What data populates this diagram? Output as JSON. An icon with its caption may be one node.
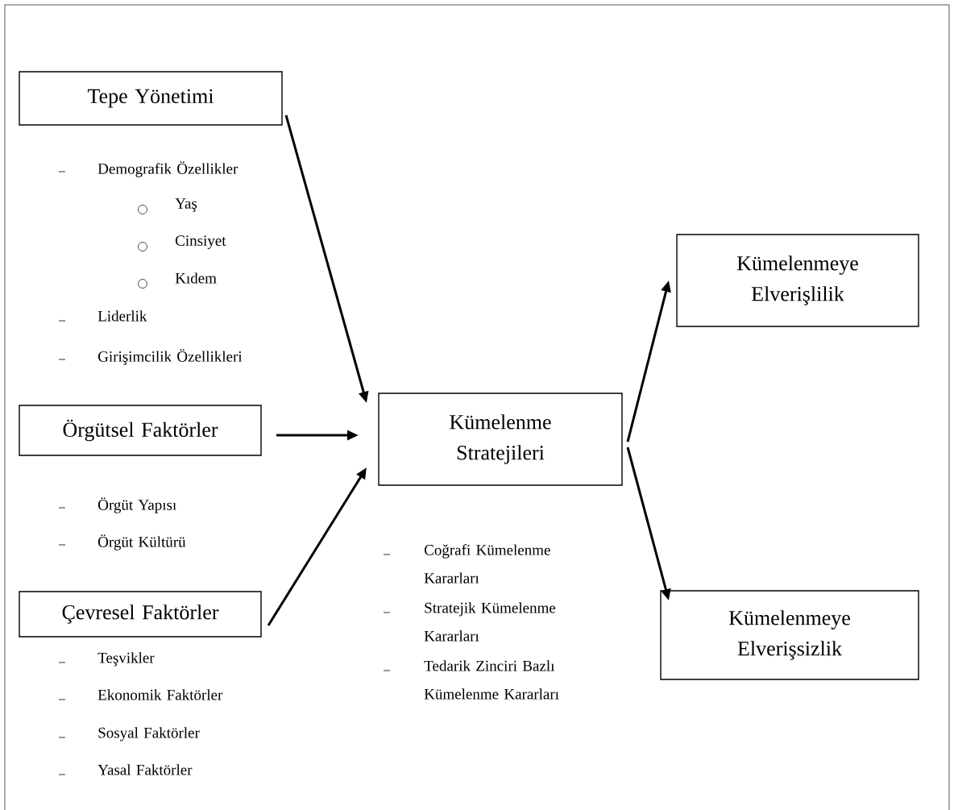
{
  "diagram": {
    "nodes": [
      {
        "text": [
          "Tepe Yönetimi"
        ],
        "beside": [
          "Demografik Özellikler",
          "Yaş",
          "Cinsiyet",
          "Kıdem",
          "Liderlik",
          "Girişimcilik Özellikleri"
        ]
      },
      {
        "text": [
          "Örgütsel Faktörler"
        ],
        "beside": [
          "Örgüt Yapısı",
          "Örgüt Kültürü"
        ]
      },
      {
        "text": [
          "Çevresel Faktörler"
        ],
        "beside": [
          "Teşvikler",
          "Ekonomik Faktörler",
          "Sosyal Faktörler",
          "Yasal Faktörler"
        ]
      },
      {
        "text": [
          "Kümelenme Stratejileri"
        ],
        "beside": [
          "Coğrafi Kümelenme Kararları",
          "Stratejik Kümelenme Kararları",
          "Tedarik Zinciri Bazlı Kümelenme Kararları"
        ]
      },
      {
        "text": [
          "Kümelenmeye Elverişlilik"
        ]
      },
      {
        "text": [
          "Kümelenmeye Elverişsizlik"
        ]
      }
    ],
    "edges": [
      {
        "from": 0,
        "to": 3,
        "arrow": "to"
      },
      {
        "from": 1,
        "to": 3,
        "arrow": "to"
      },
      {
        "from": 2,
        "to": 3,
        "arrow": "to"
      },
      {
        "from": 3,
        "to": 4,
        "arrow": "to"
      },
      {
        "from": 3,
        "to": 5,
        "arrow": "to"
      }
    ]
  }
}
